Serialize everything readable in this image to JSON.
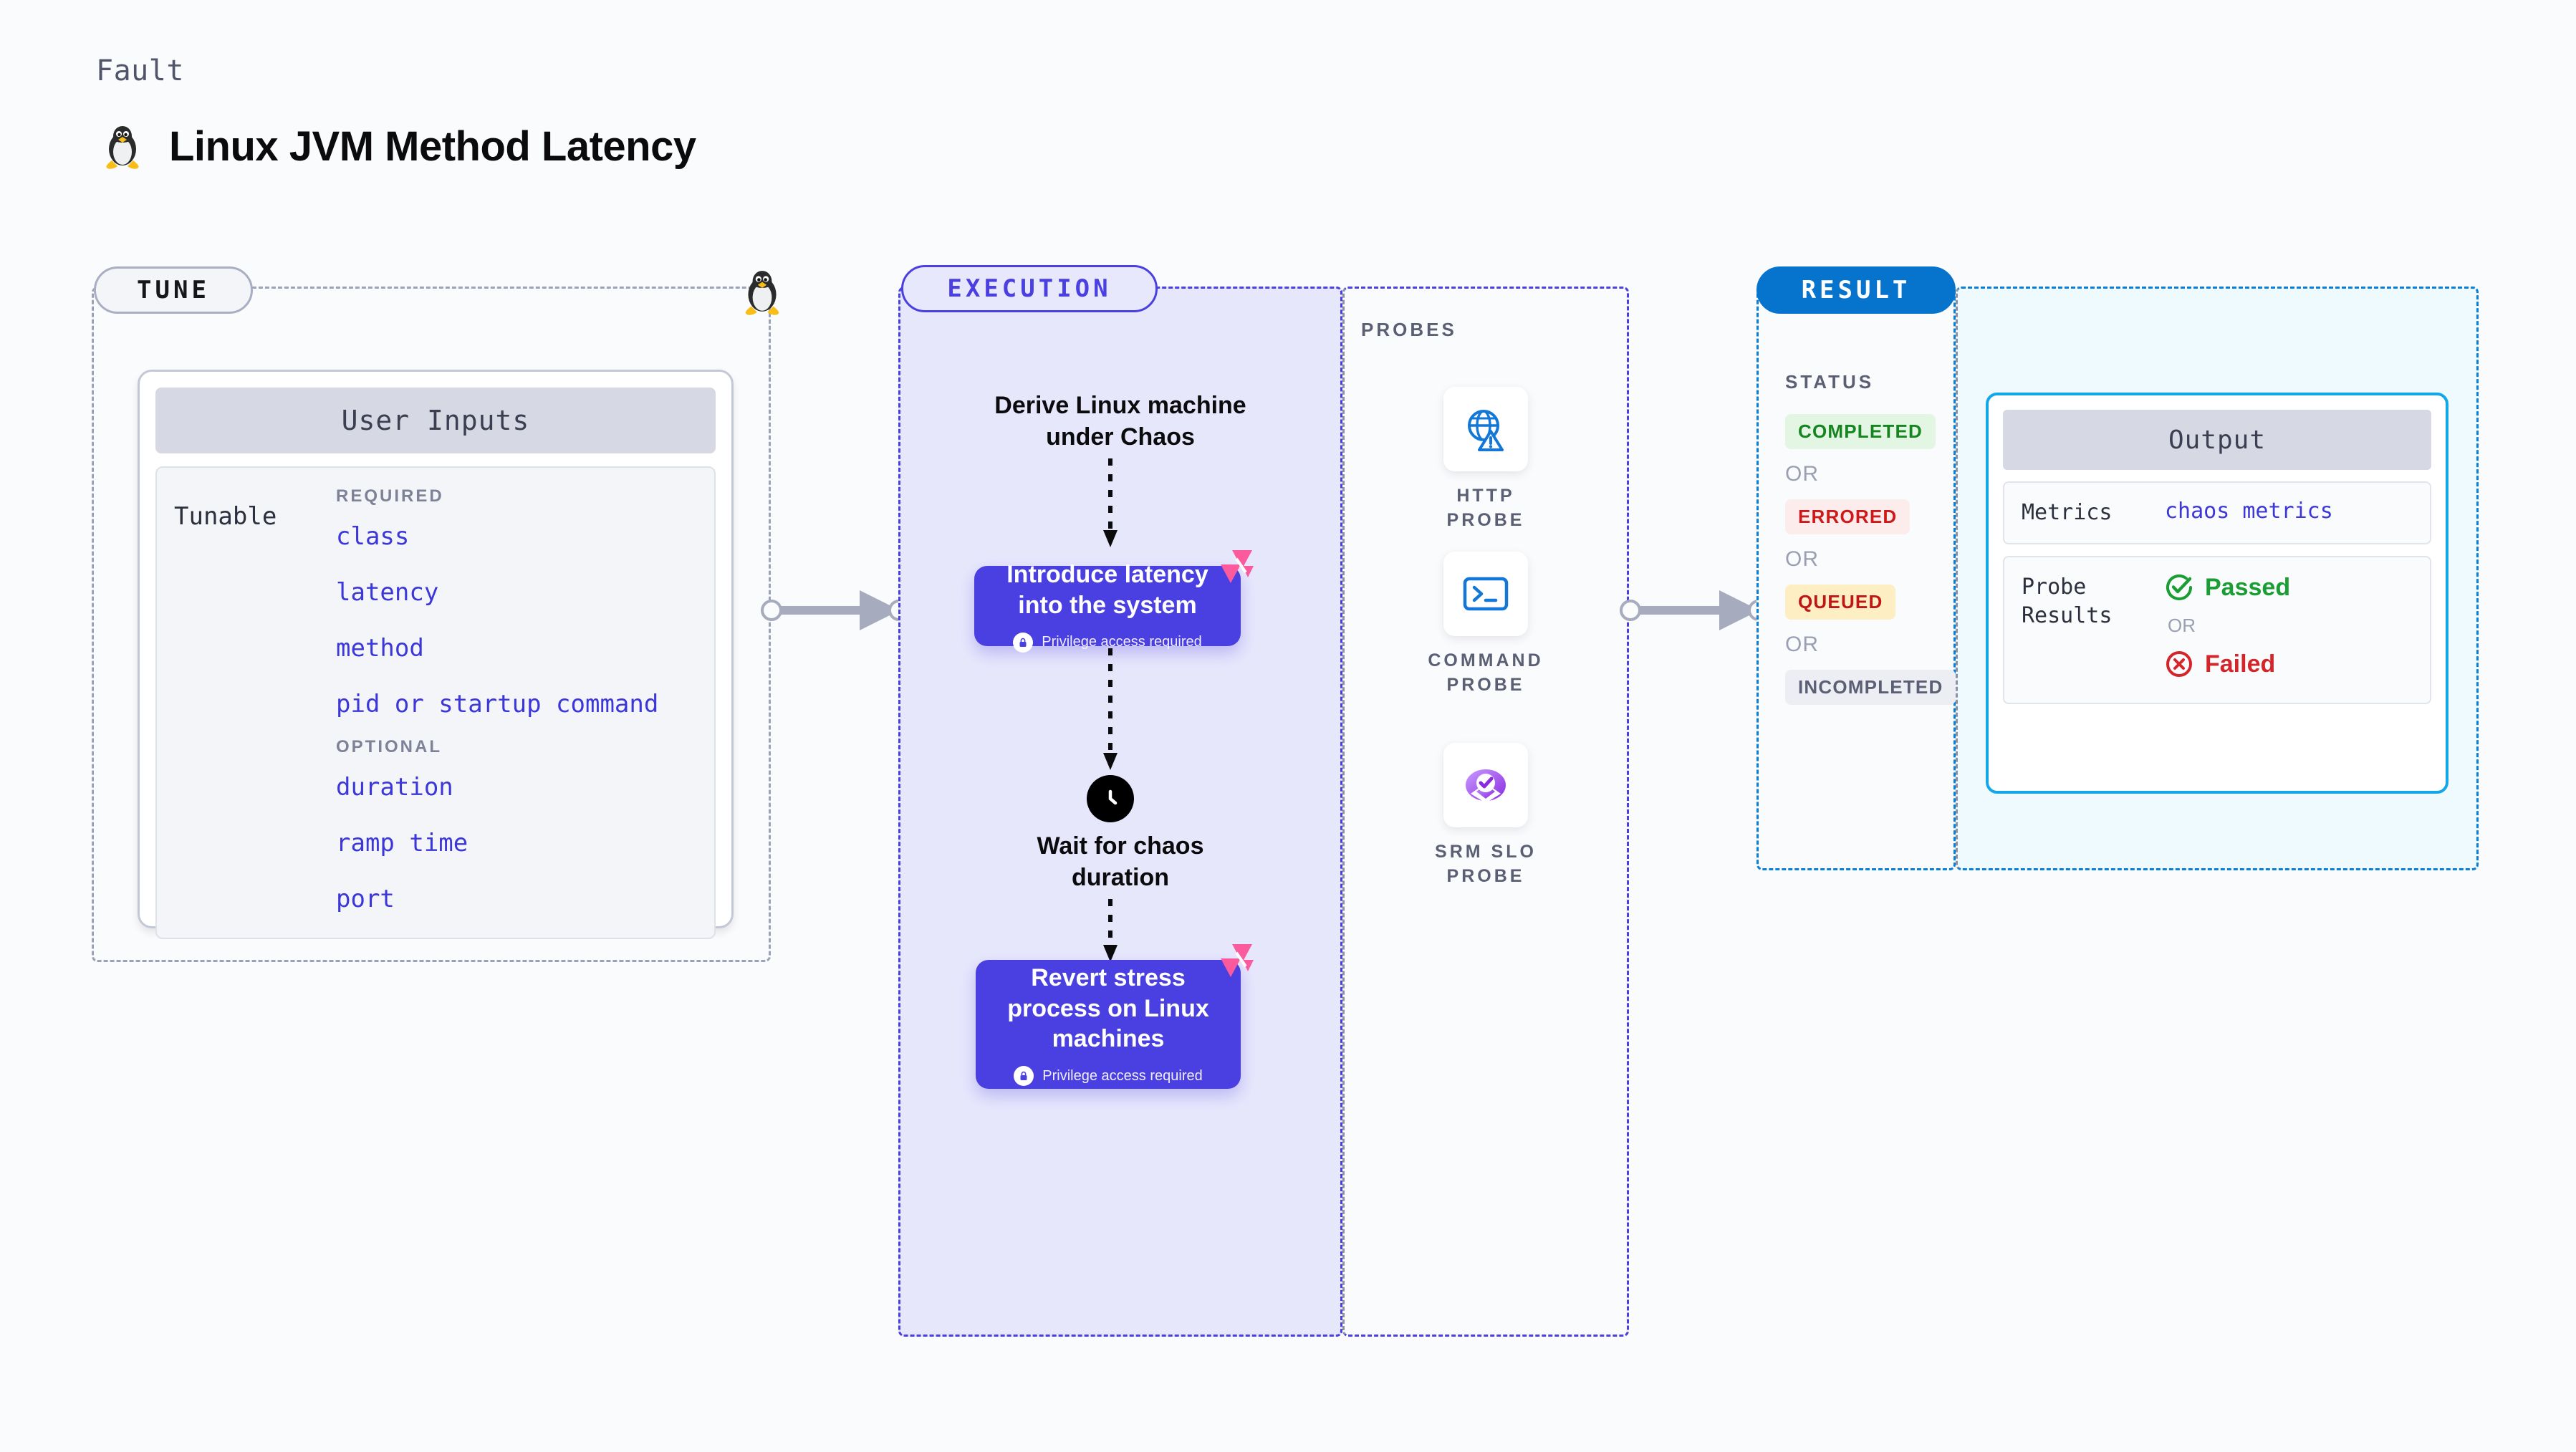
{
  "header": {
    "kicker": "Fault",
    "title": "Linux JVM Method Latency",
    "logo_icon": "linux-penguin-icon"
  },
  "tune": {
    "badge": "TUNE",
    "penguin_icon": "linux-penguin-icon",
    "card": {
      "heading": "User Inputs",
      "row_label": "Tunable",
      "groups": [
        {
          "label": "REQUIRED",
          "fields": [
            "class",
            "latency",
            "method",
            "pid or startup command"
          ]
        },
        {
          "label": "OPTIONAL",
          "fields": [
            "duration",
            "ramp time",
            "port"
          ]
        }
      ]
    }
  },
  "execution": {
    "badge": "EXECUTION",
    "steps": [
      {
        "kind": "text",
        "label": "Derive Linux machine\nunder Chaos"
      },
      {
        "kind": "action",
        "title": "Introduce latency\ninto the system",
        "privilege": "Privilege access required",
        "privilege_icon": "lock-icon",
        "corner_icon": "harness-logo-icon"
      },
      {
        "kind": "wait",
        "icon": "clock-icon",
        "label": "Wait for chaos\nduration"
      },
      {
        "kind": "action",
        "title": "Revert stress\nprocess on Linux\nmachines",
        "privilege": "Privilege access required",
        "privilege_icon": "lock-icon",
        "corner_icon": "harness-logo-icon"
      }
    ]
  },
  "probes": {
    "label": "PROBES",
    "items": [
      {
        "name": "HTTP PROBE",
        "icon": "globe-warning-icon"
      },
      {
        "name": "COMMAND PROBE",
        "icon": "terminal-prompt-icon"
      },
      {
        "name": "SRM SLO PROBE",
        "icon": "slo-donut-check-icon"
      }
    ]
  },
  "result": {
    "badge": "RESULT",
    "status_label": "STATUS",
    "or_text": "OR",
    "statuses": [
      {
        "text": "COMPLETED",
        "bg": "#e3f5e3",
        "fg": "#15861f"
      },
      {
        "text": "ERRORED",
        "bg": "#fdecec",
        "fg": "#cc1a1a"
      },
      {
        "text": "QUEUED",
        "bg": "#fdeec3",
        "fg": "#c01616"
      },
      {
        "text": "INCOMPLETED",
        "bg": "#eceef3",
        "fg": "#5a5f73"
      }
    ]
  },
  "output": {
    "heading": "Output",
    "rows": [
      {
        "key": "Metrics",
        "value": "chaos metrics",
        "value_kind": "link"
      },
      {
        "key": "Probe\nResults",
        "value_kind": "probe-results",
        "pass_text": "Passed",
        "pass_icon": "check-circle-icon",
        "or_text": "OR",
        "fail_text": "Failed",
        "fail_icon": "x-circle-icon"
      }
    ]
  },
  "colors": {
    "page_bg": "#fafbfc",
    "execution_accent": "#4a3fe0",
    "execution_fill": "#e7e7fc",
    "result_accent": "#0673cd",
    "output_accent": "#14a7e8",
    "output_fill": "#eefafe",
    "tune_accent": "#9ca2b5",
    "harness_pink": "#fb5a9d",
    "link_blue": "#3b37d8"
  }
}
